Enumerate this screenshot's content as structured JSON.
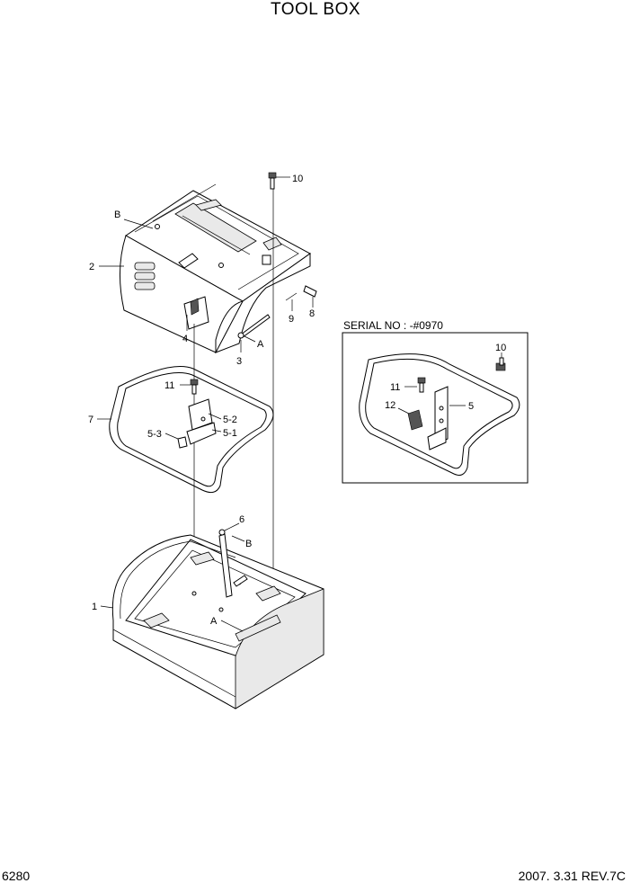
{
  "title": "TOOL BOX",
  "page_number": "6280",
  "revision": "2007. 3.31  REV.7C",
  "serial_box": {
    "text": "SERIAL NO : -#0970"
  },
  "callouts": {
    "c10": "10",
    "cB_top": "B",
    "c2": "2",
    "c8": "8",
    "c9": "9",
    "c4": "4",
    "cA_top": "A",
    "c3": "3",
    "c11": "11",
    "c7": "7",
    "c5_2": "5-2",
    "c5_3": "5-3",
    "c5_1": "5-1",
    "c6": "6",
    "cB_low": "B",
    "c1": "1",
    "cA_low": "A",
    "s10": "10",
    "s11": "11",
    "s12": "12",
    "s5": "5"
  }
}
